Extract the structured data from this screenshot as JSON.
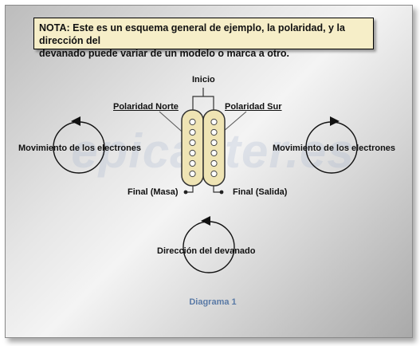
{
  "note": {
    "line1": "NOTA: Este es un esquema general de ejemplo, la polaridad, y la dirección del",
    "line2": "devanado puede variar de un modelo o marca a otro."
  },
  "watermark": "epicaster.es",
  "labels": {
    "start": "Inicio",
    "north": "Polaridad Norte",
    "south": "Polaridad Sur",
    "electrons_left": "Movimiento de los electrones",
    "electrons_right": "Movimiento de los electrones",
    "end_ground": "Final (Masa)",
    "end_output": "Final (Salida)",
    "winding": "Dirección del devanado"
  },
  "caption": "Diagrama 1",
  "colors": {
    "coil_fill": "#efe4b4",
    "coil_stroke": "#333333",
    "note_bg": "#f6eec8",
    "caption": "#5a7aa6"
  },
  "pickup": {
    "poles_per_coil": 6
  }
}
